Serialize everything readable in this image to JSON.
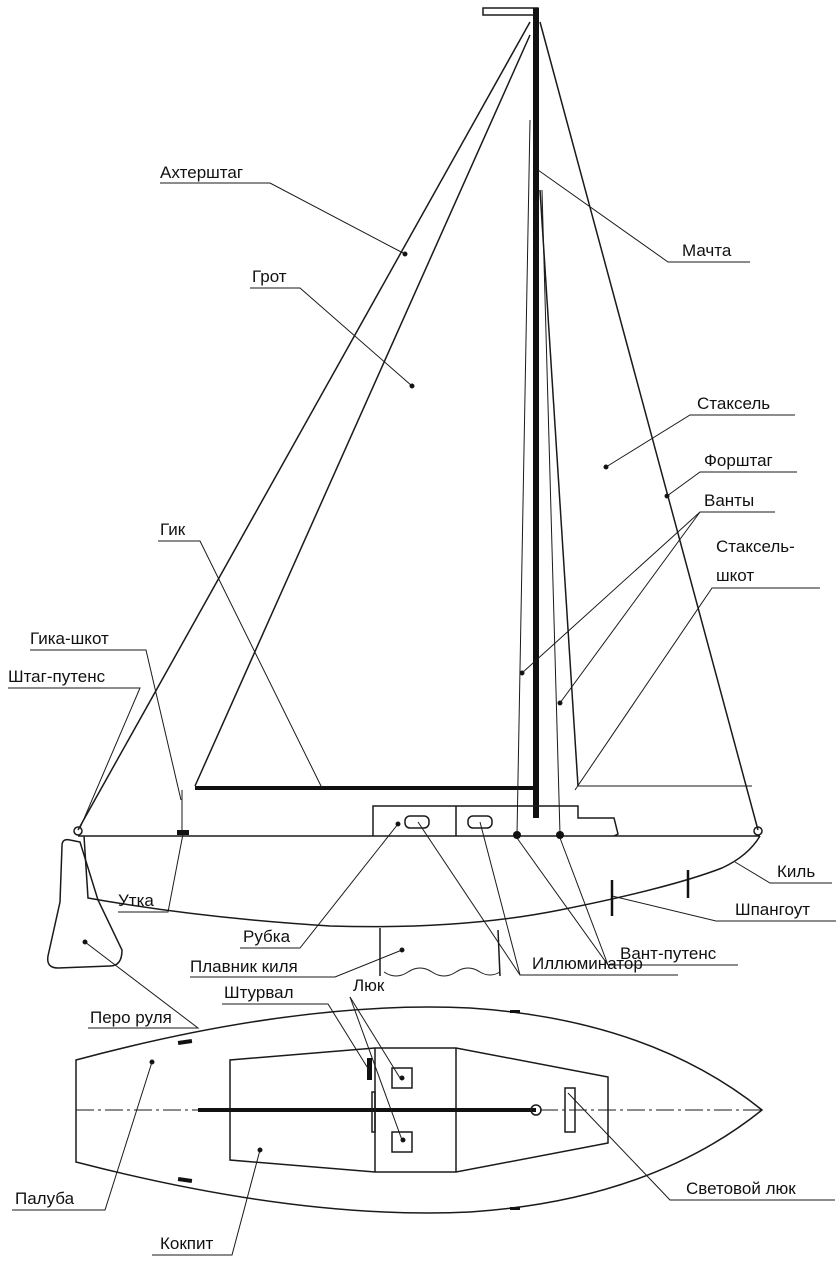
{
  "labels": {
    "achtershtag": "Ахтерштаг",
    "grot": "Грот",
    "machta": "Мачта",
    "staksel": "Стаксель",
    "forshtag": "Форштаг",
    "vanty": "Ванты",
    "staksel_shkot_1": "Стаксель-",
    "staksel_shkot_2": "шкот",
    "gik": "Гик",
    "gika_shkot": "Гика-шкот",
    "shtag_putens": "Штаг-путенс",
    "kil": "Киль",
    "shpangout": "Шпангоут",
    "utka": "Утка",
    "rubka": "Рубка",
    "vant_putens": "Вант-путенс",
    "plavnik_kilya": "Плавник киля",
    "illyuminator": "Иллюминатор",
    "shturval": "Штурвал",
    "lyuk": "Люк",
    "pero_rulya": "Перо руля",
    "paluba": "Палуба",
    "svetovoy_lyuk": "Световой люк",
    "kokpit": "Кокпит"
  }
}
